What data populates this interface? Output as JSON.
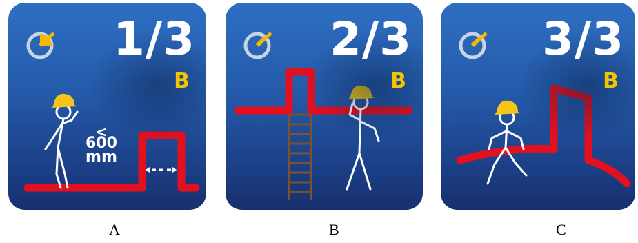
{
  "panels": [
    {
      "step": "1/3",
      "badge": "B",
      "gap_limit": "<",
      "gap_value": "600",
      "gap_unit": "mm",
      "caption": "A"
    },
    {
      "step": "2/3",
      "badge": "B",
      "caption": "B"
    },
    {
      "step": "3/3",
      "badge": "B",
      "caption": "C"
    }
  ],
  "colors": {
    "panel_blue": "#2459a8",
    "pipe_red": "#e3101f",
    "helmet_yellow": "#f5c518",
    "badge_yellow": "#f2c500",
    "ladder_brown": "#7a5230"
  },
  "icons": [
    "timer-icon",
    "worker-figure",
    "pipe",
    "ladder",
    "gap-arrow-icon"
  ]
}
